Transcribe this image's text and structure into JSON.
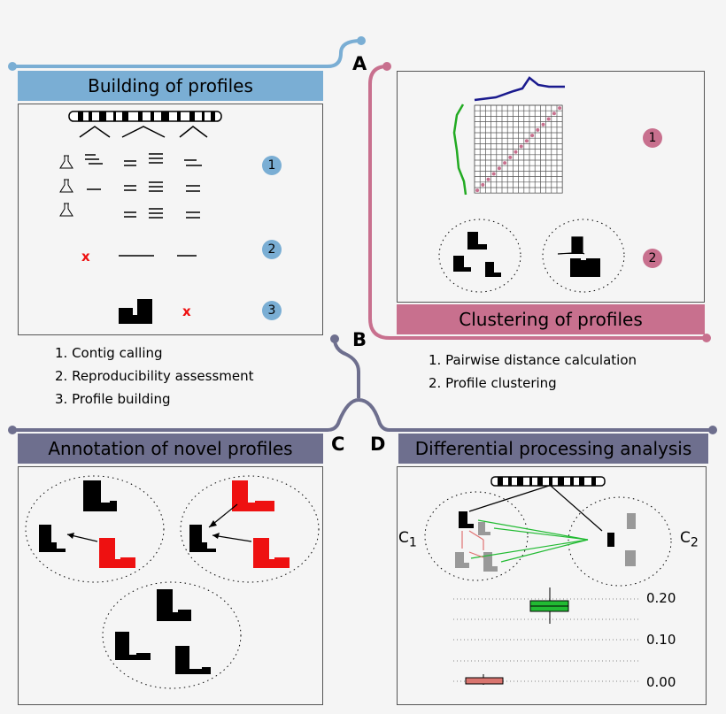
{
  "panels": {
    "A": {
      "letter": "A",
      "title": "Building of profiles",
      "steps": [
        "1. Contig calling",
        "2. Reproducibility assessment",
        "3. Profile building"
      ],
      "badges": [
        "1",
        "2",
        "3"
      ],
      "color": "#7aaed4"
    },
    "B": {
      "letter": "B",
      "title": "Clustering of profiles",
      "steps": [
        "1. Pairwise distance calculation",
        "2. Profile clustering"
      ],
      "badges": [
        "1",
        "2"
      ],
      "color": "#c8708e"
    },
    "C": {
      "letter": "C",
      "title": "Annotation of novel profiles"
    },
    "D": {
      "letter": "D",
      "title": "Differential processing analysis",
      "cluster_labels": [
        "C",
        "1",
        "C",
        "2"
      ],
      "y_ticks": [
        "0.20",
        "0.10",
        "0.00"
      ]
    }
  },
  "colors": {
    "panel_c_d": "#6e6f8e",
    "red": "#ee1111",
    "green": "#22bb33",
    "salmon": "#d9756f"
  }
}
